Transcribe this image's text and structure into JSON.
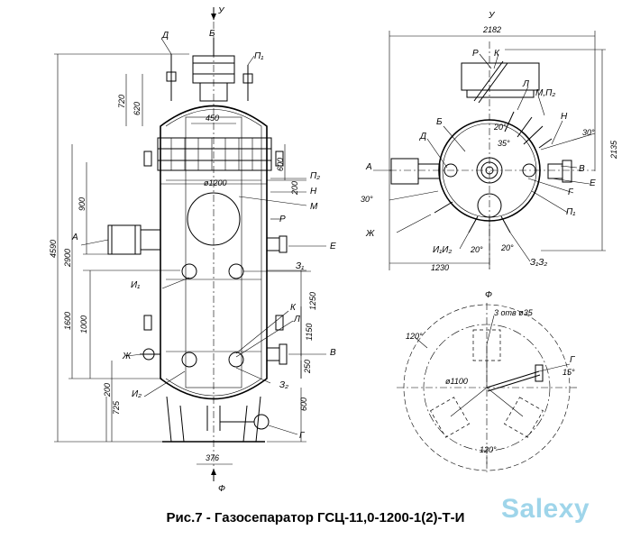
{
  "caption": "Рис.7 - Газосепаратор ГСЦ-11,0-1200-1(2)-Т-И",
  "watermark": "Salexy",
  "front_view": {
    "labels": {
      "D": "Д",
      "B": "Б",
      "P1": "П₁",
      "P2": "П₂",
      "H": "Н",
      "M": "М",
      "P": "Р",
      "A": "А",
      "E": "Е",
      "Z": "З₁",
      "I1": "И₁",
      "K": "К",
      "L": "Л",
      "J": "Ж",
      "V": "В",
      "Z2": "З₂",
      "I2": "И₂",
      "G": "Г",
      "Y": "У",
      "F": "Ф"
    },
    "dims": {
      "d720": "720",
      "d620": "620",
      "d450": "450",
      "d600top": "600",
      "d200a": "200",
      "d900": "900",
      "d1200": "ø1200",
      "d4590": "4590",
      "d2900": "2900",
      "d1600": "1600",
      "d1000": "1000",
      "d1250": "1250",
      "d1150": "1150",
      "d250": "250",
      "d200b": "200",
      "d725": "725",
      "d600bot": "600",
      "d376": "376"
    }
  },
  "top_view": {
    "labels": {
      "Y": "У",
      "P": "Р",
      "K": "К",
      "L": "Л",
      "MP2": "М,П₂",
      "B": "Б",
      "D": "Д",
      "H": "Н",
      "A": "А",
      "V": "В",
      "E": "Е",
      "G": "Г",
      "P1": "П₁",
      "J": "Ж",
      "I": "И₁И₂",
      "Z": "З₁З₂"
    },
    "dims": {
      "d2182": "2182",
      "d2135": "2135",
      "d1230": "1230",
      "a30a": "30°",
      "a30b": "30°",
      "a20a": "20°",
      "a35": "35°",
      "a20b": "20°",
      "a20c": "20°"
    }
  },
  "section_f": {
    "title": "Ф",
    "labels": {
      "holes": "3 отв ø35",
      "d1100": "ø1100",
      "G": "Г"
    },
    "dims": {
      "a120a": "120°",
      "a120b": "120°",
      "a15": "15°"
    }
  }
}
